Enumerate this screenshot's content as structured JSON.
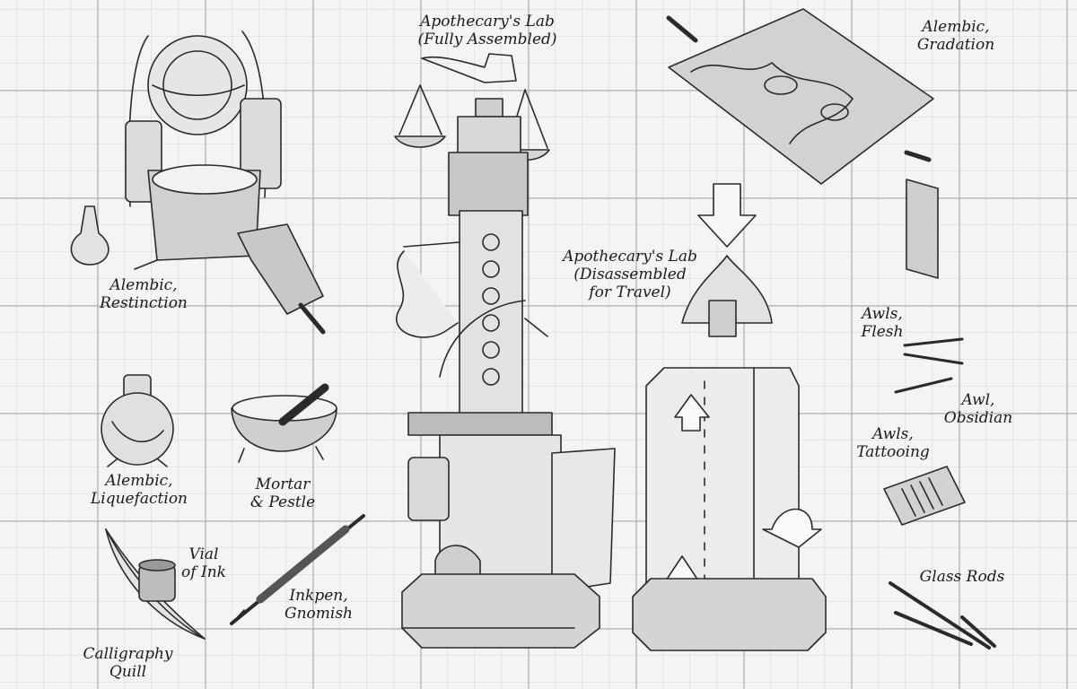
{
  "labels": {
    "apothecary_assembled": {
      "line1": "Apothecary's Lab",
      "line2": "(Fully Assembled)"
    },
    "apothecary_disassembled": {
      "line1": "Apothecary's Lab",
      "line2": "(Disassembled",
      "line3": "for Travel)"
    },
    "alembic_gradation": {
      "line1": "Alembic,",
      "line2": "Gradation"
    },
    "alembic_restinction": {
      "line1": "Alembic,",
      "line2": "Restinction"
    },
    "alembic_liquefaction": {
      "line1": "Alembic,",
      "line2": "Liquefaction"
    },
    "mortar_pestle": {
      "line1": "Mortar",
      "line2": "& Pestle"
    },
    "vial_of_ink": {
      "line1": "Vial",
      "line2": "of Ink"
    },
    "inkpen_gnomish": {
      "line1": "Inkpen,",
      "line2": "Gnomish"
    },
    "calligraphy_quill": {
      "line1": "Calligraphy",
      "line2": "Quill"
    },
    "awls_flesh": {
      "line1": "Awls,",
      "line2": "Flesh"
    },
    "awl_obsidian": {
      "line1": "Awl,",
      "line2": "Obsidian"
    },
    "awls_tattooing": {
      "line1": "Awls,",
      "line2": "Tattooing"
    },
    "glass_rods": {
      "line1": "Glass Rods"
    }
  },
  "style": {
    "ink_color": "#2a2a2a",
    "paper_color": "#f4f4f2",
    "grid_color": "#aaaaaa"
  }
}
